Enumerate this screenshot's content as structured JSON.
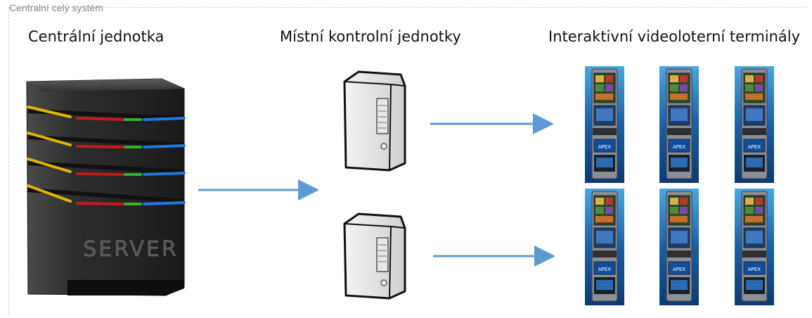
{
  "diagram": {
    "top_caption": "Centralní celý systém",
    "labels": {
      "central": "Centrální jednotka",
      "local": "Místní kontrolní jednotky",
      "terminals": "Interaktivní videoloterní terminály"
    },
    "server_text": "SERVER",
    "terminal_brand": "APEX",
    "colors": {
      "arrow": "#5b9bd5",
      "server_body": "#2b2b2b",
      "led_yellow": "#e0b400",
      "led_red": "#c41a1a",
      "led_green": "#2db52d",
      "led_blue": "#1f7ae0",
      "terminal_bg": "#1f6fb5"
    }
  }
}
